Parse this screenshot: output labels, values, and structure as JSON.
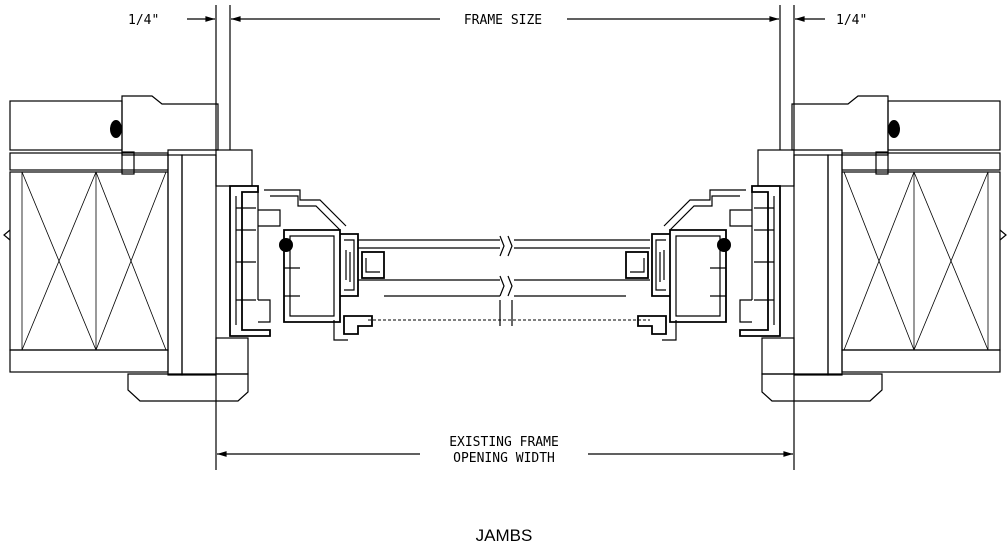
{
  "labels": {
    "left_gap": "1/4\"",
    "right_gap": "1/4\"",
    "frame_size": "FRAME SIZE",
    "opening_line1": "EXISTING FRAME",
    "opening_line2": "OPENING WIDTH",
    "title": "JAMBS"
  },
  "colors": {
    "ink": "#000000",
    "paper": "#ffffff"
  }
}
